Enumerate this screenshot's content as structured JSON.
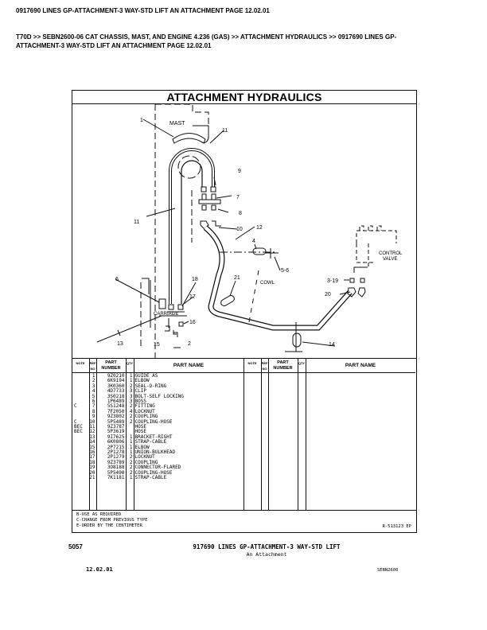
{
  "header": {
    "line1": "0917690 LINES GP-ATTACHMENT-3 WAY-STD LIFT AN ATTACHMENT PAGE 12.02.01",
    "line2": "T70D >> SEBN2600-06 CAT CHASSIS, MAST, AND ENGINE 4.236 (GAS) >> ATTACHMENT HYDRAULICS >> 0917690 LINES GP-",
    "line3": "ATTACHMENT-3 WAY-STD LIFT AN ATTACHMENT PAGE 12.02.01"
  },
  "diagram": {
    "title": "ATTACHMENT HYDRAULICS",
    "mast": "MAST",
    "carriage": "CARRIAGE",
    "cowl": "COWL",
    "control_valve_1": "CONTROL",
    "control_valve_2": "VALVE",
    "callouts": {
      "c1": "1",
      "c11a": "11",
      "c11b": "11",
      "c9": "9",
      "c7": "7",
      "c8": "8",
      "c10": "10",
      "c12": "12",
      "c4": "4",
      "c56": "5-6",
      "c21": "21",
      "c6": "6",
      "c18": "18",
      "c17": "17",
      "c16": "16",
      "c13": "13",
      "c15": "15",
      "c2": "2",
      "c14": "14",
      "c319": "3-19",
      "c20": "20"
    }
  },
  "table": {
    "headers": {
      "note": "NOTE",
      "ref": "REF NO",
      "part": "PART NUMBER",
      "qty": "QTY",
      "name": "PART NAME"
    },
    "rows": [
      {
        "note": "",
        "ref": "1",
        "part": "9Z0210",
        "qty": "1",
        "name": "GUIDE AS"
      },
      {
        "note": "",
        "ref": "2",
        "part": "6K9194",
        "qty": "1",
        "name": "ELBOW"
      },
      {
        "note": "",
        "ref": "3",
        "part": "3K0360",
        "qty": "2",
        "name": "SEAL-O-RING"
      },
      {
        "note": "",
        "ref": "4",
        "part": "4D7733",
        "qty": "3",
        "name": "CLIP"
      },
      {
        "note": "",
        "ref": "5",
        "part": "3S0218",
        "qty": "3",
        "name": "BOLT-SELF LOCKING"
      },
      {
        "note": "",
        "ref": "6",
        "part": "1P6489",
        "qty": "3",
        "name": "BOSS"
      },
      {
        "note": "C",
        "ref": "7",
        "part": "5S1248",
        "qty": "2",
        "name": "FITTING"
      },
      {
        "note": "",
        "ref": "8",
        "part": "7F2050",
        "qty": "4",
        "name": "LOCKNUT"
      },
      {
        "note": "",
        "ref": "9",
        "part": "9Z3802",
        "qty": "2",
        "name": "COUPLING"
      },
      {
        "note": "C",
        "ref": "10",
        "part": "5P5489",
        "qty": "2",
        "name": "COUPLING-HOSE"
      },
      {
        "note": "BEC",
        "ref": "11",
        "part": "9Z3787",
        "qty": "",
        "name": "HOSE"
      },
      {
        "note": "BEC",
        "ref": "12",
        "part": "5P3619",
        "qty": "",
        "name": "HOSE"
      },
      {
        "note": "",
        "ref": "13",
        "part": "9I7625",
        "qty": "1",
        "name": "BRACKET-RIGHT"
      },
      {
        "note": "",
        "ref": "14",
        "part": "6K0806",
        "qty": "1",
        "name": "STRAP-CABLE"
      },
      {
        "note": "",
        "ref": "15",
        "part": "2P7215",
        "qty": "1",
        "name": "ELBOW"
      },
      {
        "note": "",
        "ref": "16",
        "part": "2P1278",
        "qty": "1",
        "name": "UNION-BULKHEAD"
      },
      {
        "note": "",
        "ref": "17",
        "part": "2P1279",
        "qty": "2",
        "name": "LOCKNUT"
      },
      {
        "note": "",
        "ref": "18",
        "part": "9Z3789",
        "qty": "2",
        "name": "COUPLING"
      },
      {
        "note": "",
        "ref": "19",
        "part": "3O8188",
        "qty": "2",
        "name": "CONNECTOR-FLARED"
      },
      {
        "note": "",
        "ref": "20",
        "part": "5P5490",
        "qty": "2",
        "name": "COUPLING-HOSE"
      },
      {
        "note": "",
        "ref": "21",
        "part": "7K1181",
        "qty": "1",
        "name": "STRAP-CABLE"
      }
    ]
  },
  "notes": [
    "B-USE AS REQUIRED",
    "C-CHANGE FROM PREVIOUS TYPE",
    "E-ORDER BY THE CENTIMETER"
  ],
  "ref_code": "R-513123 EP",
  "footer": {
    "number": "5057",
    "title": "917690 LINES GP-ATTACHMENT-3 WAY-STD LIFT",
    "subtitle": "An Attachment",
    "page": "12.02.01",
    "doc": "SEBN2600"
  }
}
